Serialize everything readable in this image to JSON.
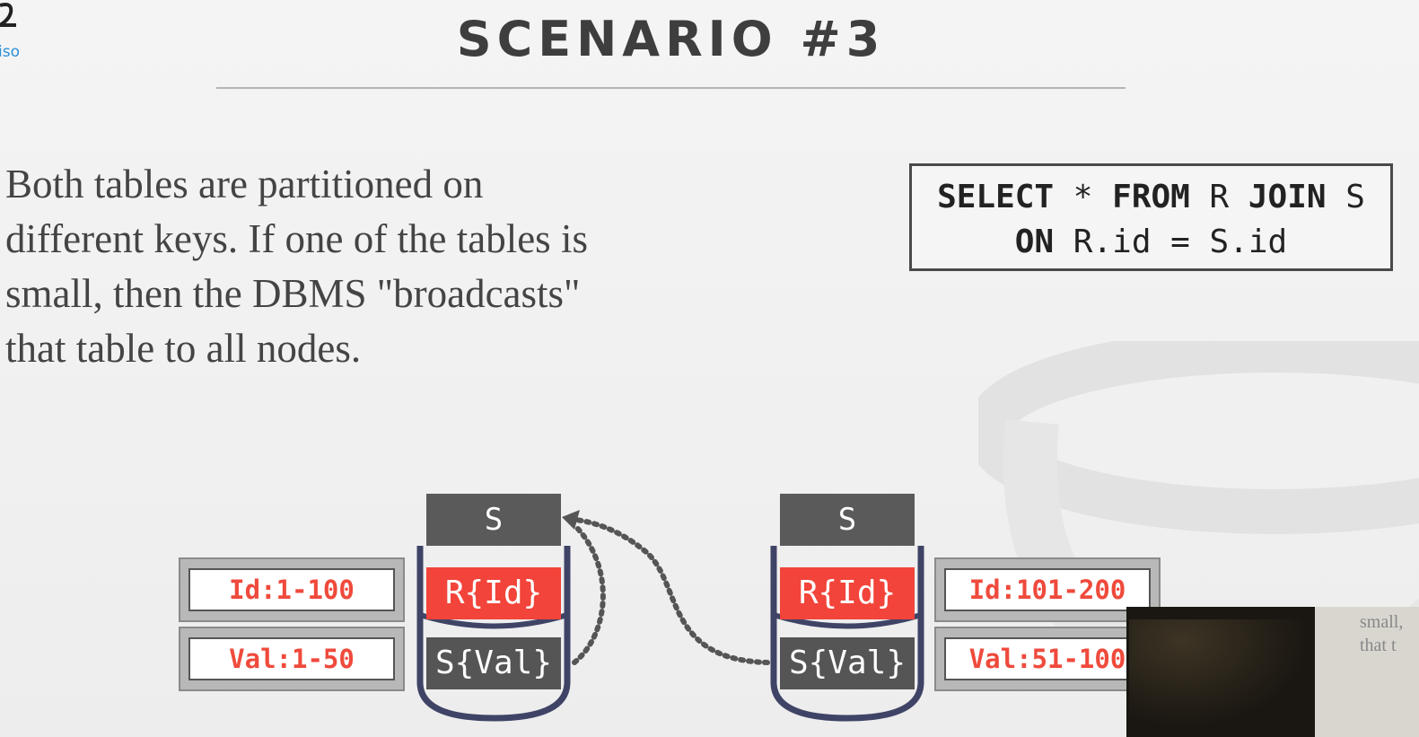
{
  "logo": {
    "text": "iso",
    "icon": "university-logo-icon"
  },
  "slide": {
    "title": "SCENARIO #3",
    "body": "Both tables are partitioned on\ndifferent keys. If one of the tables is\nsmall, then the DBMS \"broadcasts\"\nthat table to all nodes.",
    "sql": {
      "line1": [
        {
          "t": "SELECT",
          "kw": true
        },
        {
          "t": " * ",
          "kw": false
        },
        {
          "t": "FROM",
          "kw": true
        },
        {
          "t": " R ",
          "kw": false
        },
        {
          "t": "JOIN",
          "kw": true
        },
        {
          "t": " S",
          "kw": false
        }
      ],
      "line2": [
        {
          "t": "ON",
          "kw": true
        },
        {
          "t": " R.id = S.id",
          "kw": false
        }
      ]
    }
  },
  "nodes": [
    {
      "s_label": "S",
      "r_label": "R{Id}",
      "v_label": "S{Val}",
      "id_range": "Id:1-100",
      "val_range": "Val:1-50"
    },
    {
      "s_label": "S",
      "r_label": "R{Id}",
      "v_label": "S{Val}",
      "id_range": "Id:101-200",
      "val_range": "Val:51-100"
    }
  ],
  "video_overlay": {
    "text": "small,\nthat t"
  },
  "colors": {
    "accent_red": "#f2443a",
    "range_text": "#ef4a3c",
    "node_gray": "#5a5a5a"
  }
}
